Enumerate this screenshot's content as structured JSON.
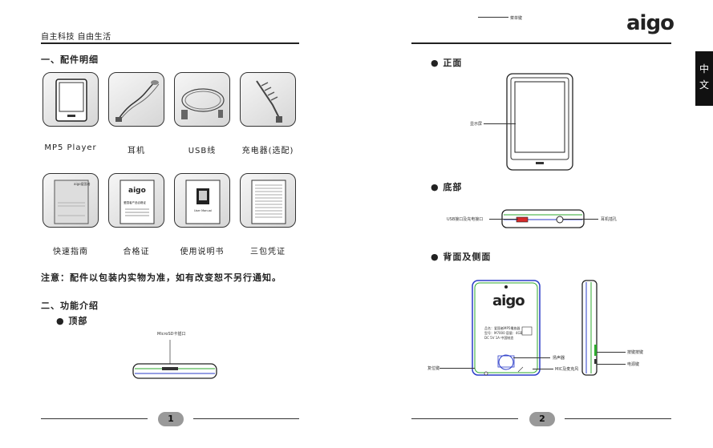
{
  "page1": {
    "slogan": "自主科技 自由生活",
    "section1_title": "一、配件明细",
    "accessories": [
      {
        "label": "MP5 Player"
      },
      {
        "label": "耳机"
      },
      {
        "label": "USB线"
      },
      {
        "label": "充电器(选配)"
      },
      {
        "label": "快速指南"
      },
      {
        "label": "合格证"
      },
      {
        "label": "使用说明书"
      },
      {
        "label": "三包凭证"
      }
    ],
    "notice": "注意：配件以包装内实物为准，如有改变恕不另行通知。",
    "section2_title": "二、功能介绍",
    "top_bullet": "● 顶部",
    "microsd_label": "MicroSD卡插口",
    "page_number": "1",
    "thumb_texts": {
      "quick_guide_logo": "aigo爱国者",
      "cert_logo": "aigo",
      "cert_text": "爱国者产品合格证",
      "manual_text": "User Manual"
    }
  },
  "page2": {
    "header_key_label": "菜单键",
    "logo": "aigo",
    "lang_tab": [
      "中",
      "文"
    ],
    "front_bullet": "● 正面",
    "screen_label": "显示屏",
    "bottom_bullet": "● 底部",
    "usb_label": "USB接口及充电接口",
    "earphone_label": "耳机插孔",
    "back_bullet": "● 背面及侧面",
    "speaker_label": "扬声器",
    "reset_label": "复位键",
    "mic_label": "MIC及麦克风",
    "button_group_label": "按键按键",
    "power_label": "电源键",
    "back_logo": "aigo",
    "back_info": [
      "品名：爱国者MP5播放器",
      "型号：M7000  容量：4GB",
      "DC 5V 1A  中国制造"
    ],
    "page_number": "2"
  },
  "colors": {
    "accent_green": "#2eaa2e",
    "accent_blue": "#2b3cc9",
    "accent_red": "#d62a2a",
    "ink": "#222222",
    "page_badge": "#999999"
  }
}
